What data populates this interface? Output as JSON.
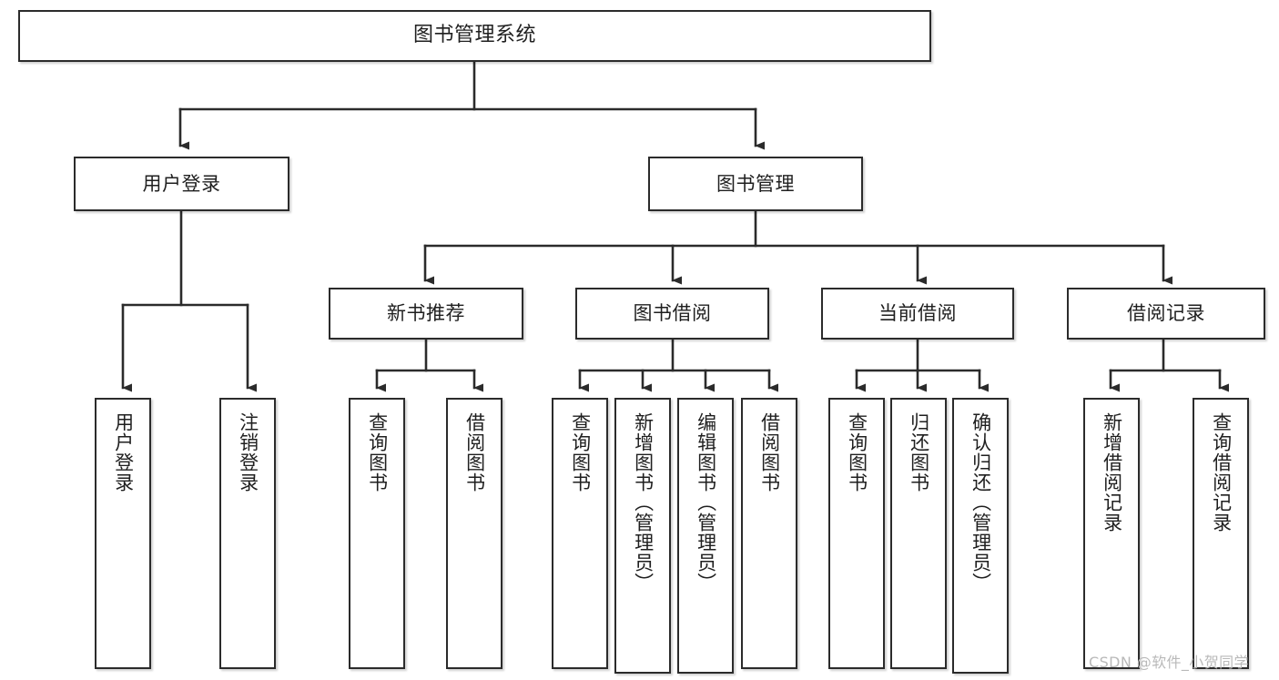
{
  "diagram": {
    "type": "tree-hierarchy",
    "title": "图书管理系统",
    "orientation": "top-down",
    "colors": {
      "node_border": "#2b2b2b",
      "node_fill": "#ffffff",
      "edge": "#2b2b2b",
      "text": "#1f1f1f",
      "watermark": "#b9b9b9",
      "canvas": "#ffffff"
    },
    "root": {
      "label": "图书管理系统"
    },
    "level2": [
      {
        "label": "用户登录"
      },
      {
        "label": "图书管理"
      }
    ],
    "level3": [
      {
        "label": "新书推荐"
      },
      {
        "label": "图书借阅"
      },
      {
        "label": "当前借阅"
      },
      {
        "label": "借阅记录"
      }
    ],
    "leaves": {
      "user_login": [
        {
          "label": "用户登录"
        },
        {
          "label": "注销登录"
        }
      ],
      "new_book_recommend": [
        {
          "label": "查询图书"
        },
        {
          "label": "借阅图书"
        }
      ],
      "book_borrow": [
        {
          "label": "查询图书"
        },
        {
          "label": "新增图书（管理员）"
        },
        {
          "label": "编辑图书（管理员）"
        },
        {
          "label": "借阅图书"
        }
      ],
      "current_borrow": [
        {
          "label": "查询图书"
        },
        {
          "label": "归还图书"
        },
        {
          "label": "确认归还（管理员）"
        }
      ],
      "borrow_record": [
        {
          "label": "新增借阅记录"
        },
        {
          "label": "查询借阅记录"
        }
      ]
    }
  },
  "watermark": {
    "text": "CSDN @软件_小贺同学"
  }
}
